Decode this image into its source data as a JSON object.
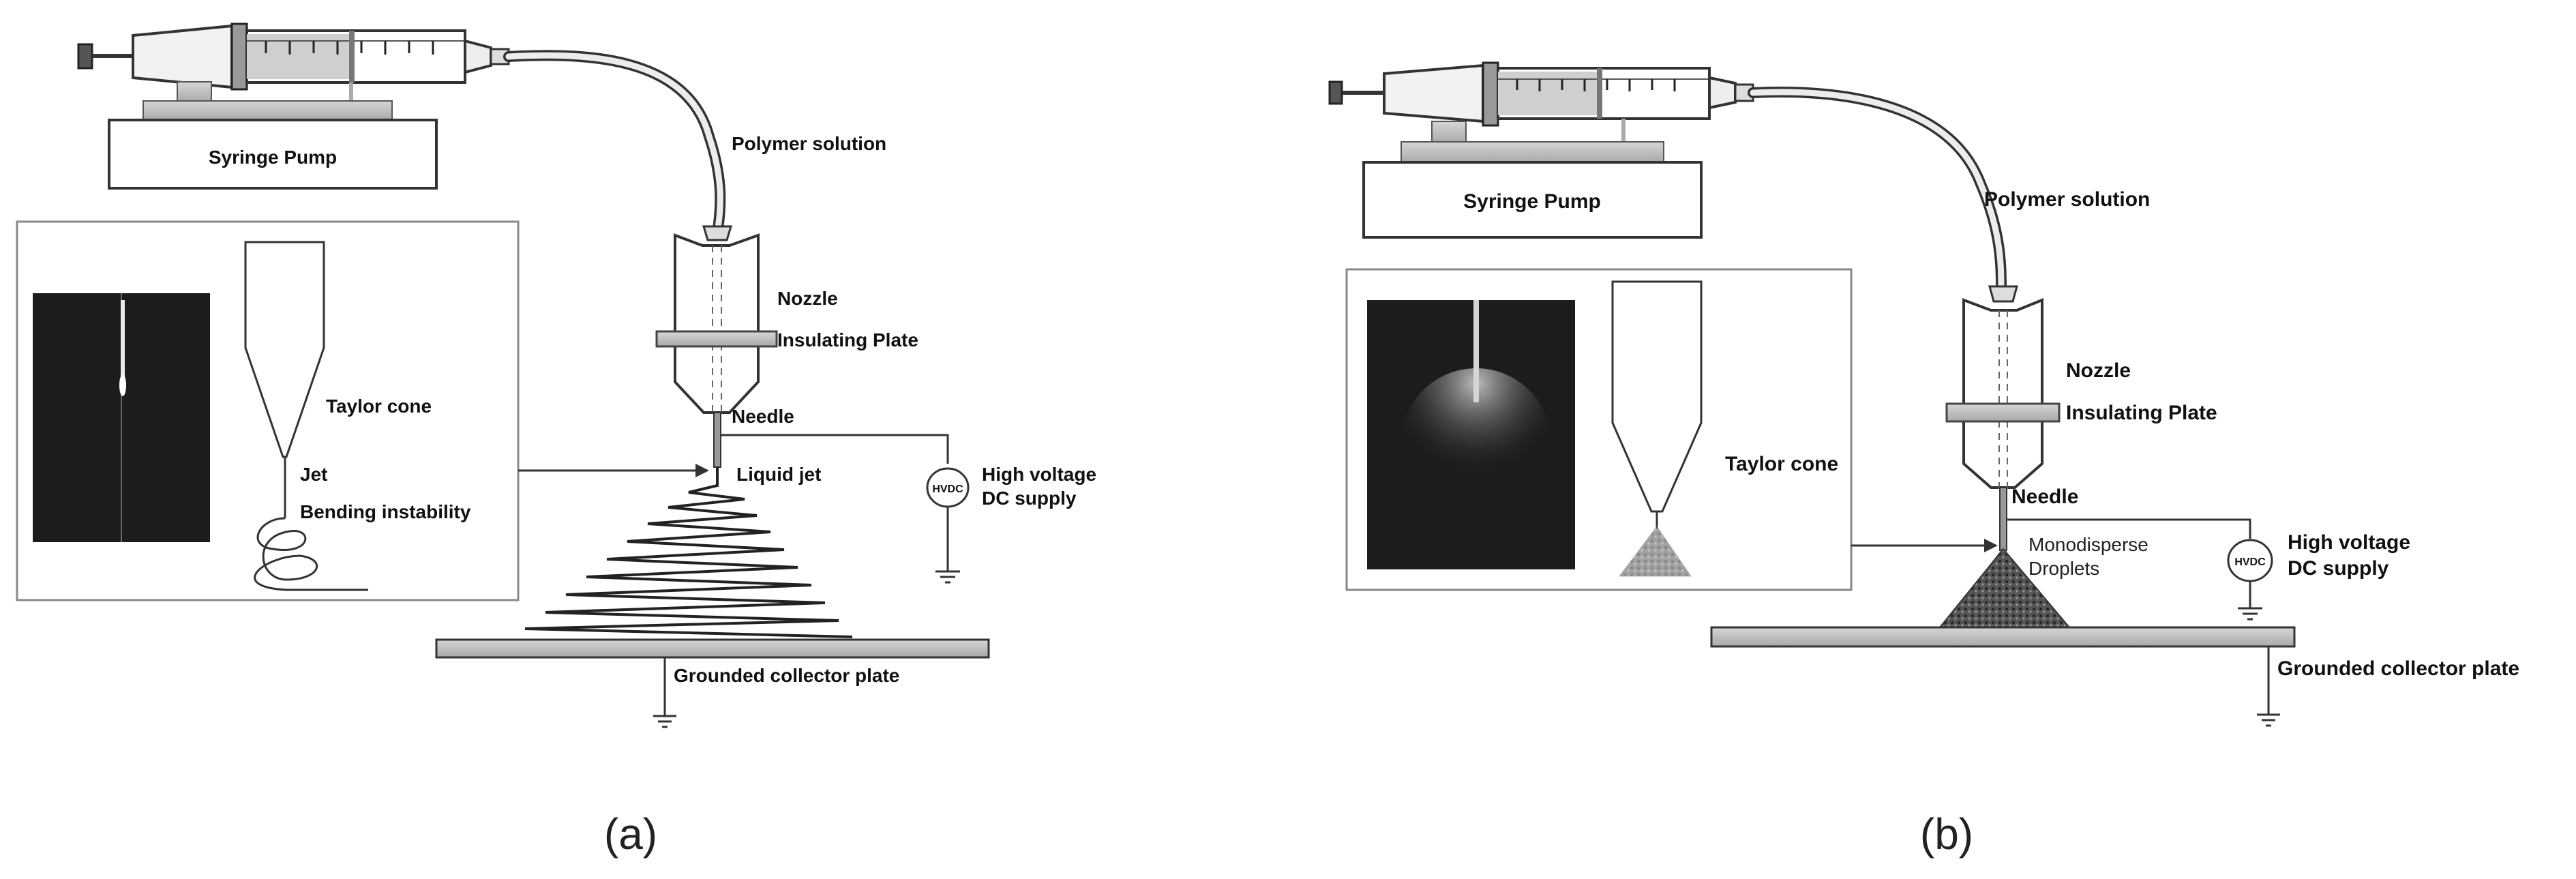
{
  "panel_a": {
    "caption": "(a)",
    "syringe_pump": "Syringe Pump",
    "polymer_solution": "Polymer solution",
    "nozzle": "Nozzle",
    "insulating_plate": "Insulating Plate",
    "needle": "Needle",
    "liquid_jet": "Liquid jet",
    "hvdc": "HVDC",
    "high_voltage": "High voltage",
    "dc_supply": "DC supply",
    "grounded_collector": "Grounded collector plate",
    "inset": {
      "taylor_cone": "Taylor cone",
      "jet": "Jet",
      "bending_instability": "Bending instability"
    }
  },
  "panel_b": {
    "caption": "(b)",
    "syringe_pump": "Syringe Pump",
    "polymer_solution": "Polymer solution",
    "nozzle": "Nozzle",
    "insulating_plate": "Insulating Plate",
    "needle": "Needle",
    "monodisperse": "Monodisperse",
    "droplets": "Droplets",
    "hvdc": "HVDC",
    "high_voltage": "High voltage",
    "dc_supply": "DC supply",
    "grounded_collector": "Grounded collector plate",
    "inset": {
      "taylor_cone": "Taylor cone"
    }
  },
  "colors": {
    "plate_gray": "#bdbdbd",
    "line": "#333333",
    "micrograph_bg": "#1a1a1a"
  }
}
